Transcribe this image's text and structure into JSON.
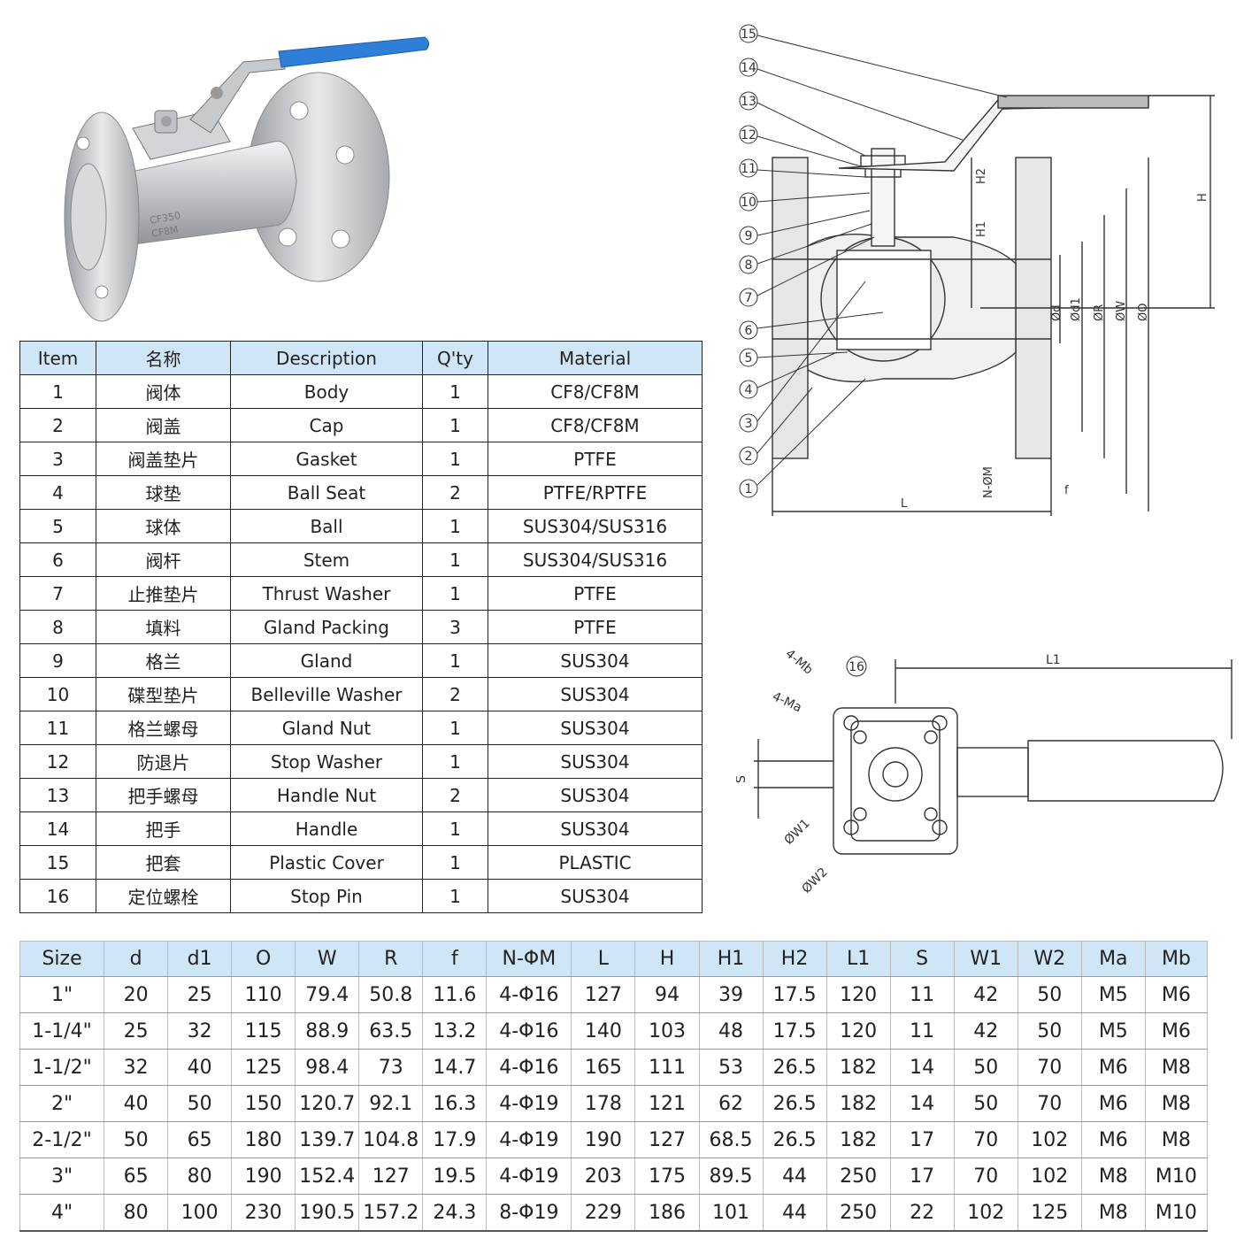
{
  "parts_table": {
    "headers": [
      "Item",
      "名称",
      "Description",
      "Q'ty",
      "Material"
    ],
    "rows": [
      [
        "1",
        "阀体",
        "Body",
        "1",
        "CF8/CF8M"
      ],
      [
        "2",
        "阀盖",
        "Cap",
        "1",
        "CF8/CF8M"
      ],
      [
        "3",
        "阀盖垫片",
        "Gasket",
        "1",
        "PTFE"
      ],
      [
        "4",
        "球垫",
        "Ball Seat",
        "2",
        "PTFE/RPTFE"
      ],
      [
        "5",
        "球体",
        "Ball",
        "1",
        "SUS304/SUS316"
      ],
      [
        "6",
        "阀杆",
        "Stem",
        "1",
        "SUS304/SUS316"
      ],
      [
        "7",
        "止推垫片",
        "Thrust Washer",
        "1",
        "PTFE"
      ],
      [
        "8",
        "填料",
        "Gland Packing",
        "3",
        "PTFE"
      ],
      [
        "9",
        "格兰",
        "Gland",
        "1",
        "SUS304"
      ],
      [
        "10",
        "碟型垫片",
        "Belleville Washer",
        "2",
        "SUS304"
      ],
      [
        "11",
        "格兰螺母",
        "Gland Nut",
        "1",
        "SUS304"
      ],
      [
        "12",
        "防退片",
        "Stop Washer",
        "1",
        "SUS304"
      ],
      [
        "13",
        "把手螺母",
        "Handle Nut",
        "2",
        "SUS304"
      ],
      [
        "14",
        "把手",
        "Handle",
        "1",
        "SUS304"
      ],
      [
        "15",
        "把套",
        "Plastic Cover",
        "1",
        "PLASTIC"
      ],
      [
        "16",
        "定位螺栓",
        "Stop Pin",
        "1",
        "SUS304"
      ]
    ]
  },
  "size_table": {
    "headers": [
      "Size",
      "d",
      "d1",
      "O",
      "W",
      "R",
      "f",
      "N-ΦM",
      "L",
      "H",
      "H1",
      "H2",
      "L1",
      "S",
      "W1",
      "W2",
      "Ma",
      "Mb"
    ],
    "rows": [
      [
        "1\"",
        "20",
        "25",
        "110",
        "79.4",
        "50.8",
        "11.6",
        "4-Φ16",
        "127",
        "94",
        "39",
        "17.5",
        "120",
        "11",
        "42",
        "50",
        "M5",
        "M6"
      ],
      [
        "1-1/4\"",
        "25",
        "32",
        "115",
        "88.9",
        "63.5",
        "13.2",
        "4-Φ16",
        "140",
        "103",
        "48",
        "17.5",
        "120",
        "11",
        "42",
        "50",
        "M5",
        "M6"
      ],
      [
        "1-1/2\"",
        "32",
        "40",
        "125",
        "98.4",
        "73",
        "14.7",
        "4-Φ16",
        "165",
        "111",
        "53",
        "26.5",
        "182",
        "14",
        "50",
        "70",
        "M6",
        "M8"
      ],
      [
        "2\"",
        "40",
        "50",
        "150",
        "120.7",
        "92.1",
        "16.3",
        "4-Φ19",
        "178",
        "121",
        "62",
        "26.5",
        "182",
        "14",
        "50",
        "70",
        "M6",
        "M8"
      ],
      [
        "2-1/2\"",
        "50",
        "65",
        "180",
        "139.7",
        "104.8",
        "17.9",
        "4-Φ19",
        "190",
        "127",
        "68.5",
        "26.5",
        "182",
        "17",
        "70",
        "102",
        "M6",
        "M8"
      ],
      [
        "3\"",
        "65",
        "80",
        "190",
        "152.4",
        "127",
        "19.5",
        "4-Φ19",
        "203",
        "175",
        "89.5",
        "44",
        "250",
        "17",
        "70",
        "102",
        "M8",
        "M10"
      ],
      [
        "4\"",
        "80",
        "100",
        "230",
        "190.5",
        "157.2",
        "24.3",
        "8-Φ19",
        "229",
        "186",
        "101",
        "44",
        "250",
        "22",
        "102",
        "125",
        "M8",
        "M10"
      ]
    ]
  },
  "photo": {
    "body_marking_1": "CF350",
    "body_marking_2": "CF8M"
  },
  "section_drawing": {
    "callouts": [
      "15",
      "14",
      "13",
      "12",
      "11",
      "10",
      "9",
      "8",
      "7",
      "6",
      "5",
      "4",
      "3",
      "2",
      "1"
    ],
    "dims": {
      "h": "H",
      "h2": "H2",
      "h1": "H1",
      "d": "Ød",
      "d1": "Ød1",
      "r": "ØR",
      "w": "ØW",
      "o": "ØO",
      "nm": "N-ØM",
      "f": "f",
      "l": "L"
    }
  },
  "top_drawing": {
    "callout": "16",
    "dims": {
      "l1": "L1",
      "mb": "4-Mb",
      "ma": "4-Ma",
      "s": "S",
      "w1": "ØW1",
      "w2": "ØW2"
    }
  },
  "colors": {
    "header_fill": "#cfe6f7",
    "handle_blue": "#2f7fd8",
    "steel": "#c9ccd0",
    "drawing_line": "#333333"
  }
}
